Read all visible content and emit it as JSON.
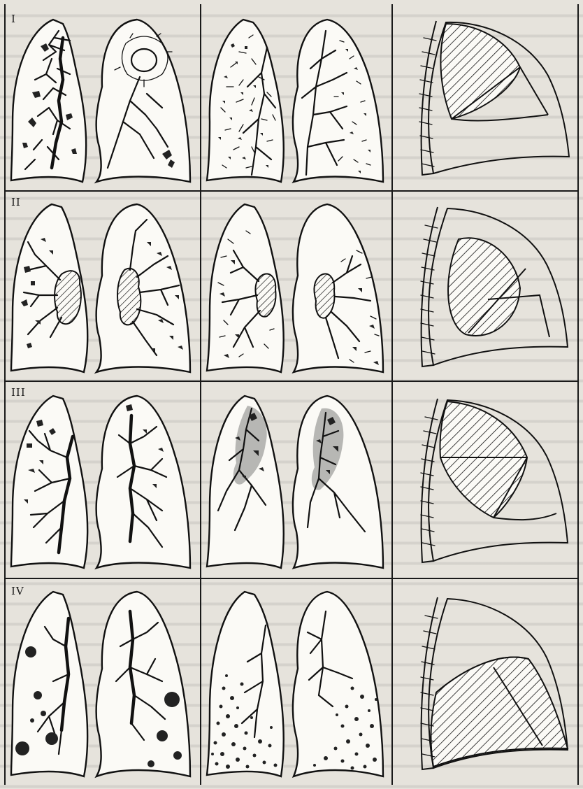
{
  "figure": {
    "rows": [
      {
        "label": "I"
      },
      {
        "label": "II"
      },
      {
        "label": "III"
      },
      {
        "label": "IV"
      }
    ]
  }
}
